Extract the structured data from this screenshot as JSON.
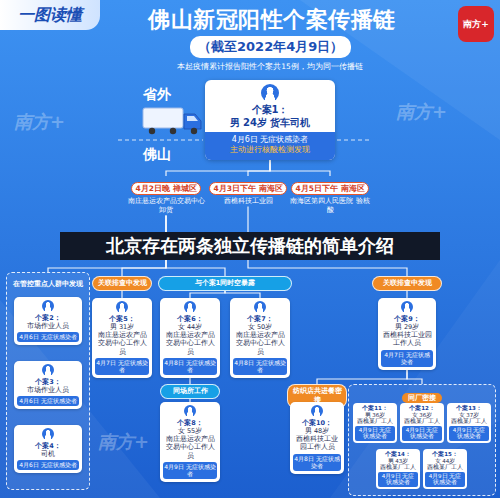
{
  "diagram": {
    "title": "佛山新冠阳性个案传播链",
    "nodes": [
      {
        "text": [
          "个案1：",
          "男 24岁 货车司机",
          "4月6日 无症状感染者",
          "主动进行核酸检测发现"
        ]
      },
      {
        "text": [
          "4月2日晚 禅城区",
          "南庄悬运农产品交易中心 卸货"
        ]
      },
      {
        "text": [
          "4月3日下午 南海区",
          "西樵科技工业园"
        ]
      },
      {
        "text": [
          "4月5日下午 南海区",
          "南海区第四人民医院 验核酸"
        ]
      },
      {
        "text": [
          "在管控重点人群中发现"
        ]
      },
      {
        "text": [
          "个案2：",
          "市场作业人员",
          "4月6日 无症状感染者"
        ],
        "in": 4
      },
      {
        "text": [
          "个案3：",
          "市场作业人员",
          "4月6日 无症状感染者"
        ],
        "in": 4
      },
      {
        "text": [
          "个案4：",
          "司机",
          "4月6日 无症状感染者"
        ],
        "in": 4
      },
      {
        "text": [
          "关联排查中发现"
        ]
      },
      {
        "text": [
          "个案5：",
          "男 31岁",
          "南庄悬运农产品交易中心工作人员",
          "4月7日 无症状感染者"
        ]
      },
      {
        "text": [
          "与个案1同时空暴露"
        ]
      },
      {
        "text": [
          "个案6：",
          "女 44岁",
          "南庄悬运农产品交易中心工作人员",
          "4月8日 无症状感染者"
        ]
      },
      {
        "text": [
          "个案7：",
          "女 50岁",
          "南庄悬运农产品交易中心工作人员",
          "4月8日 无症状感染者"
        ]
      },
      {
        "text": [
          "同场所工作"
        ]
      },
      {
        "text": [
          "个案8：",
          "女 55岁",
          "南庄悬运农产品交易中心工作人员",
          "4月9日 无症状感染者"
        ]
      },
      {
        "text": [
          "关联排查中发现"
        ]
      },
      {
        "text": [
          "个案9：",
          "男 29岁",
          "西樵科技工业园工作人员",
          "4月7日 无症状感染者"
        ]
      },
      {
        "text": [
          "纺织店共进餐密接"
        ]
      },
      {
        "text": [
          "个案10：",
          "男 48岁",
          "西樵科技工业园工作人员",
          "4月8日 无症状感染者"
        ]
      },
      {
        "text": [
          "同厂密接"
        ]
      },
      {
        "text": [
          "个案11：",
          "男 36岁",
          "西樵某厂工人",
          "4月9日 无症状感染者"
        ],
        "in": 19
      },
      {
        "text": [
          "个案12：",
          "女 36岁",
          "西樵某厂工人",
          "4月9日 无症状感染者"
        ],
        "in": 19
      },
      {
        "text": [
          "个案13：",
          "女 37岁",
          "西樵某厂工人",
          "4月9日 无症状感染者"
        ],
        "in": 19
      },
      {
        "text": [
          "个案14：",
          "男 43岁",
          "西樵某厂工人",
          "4月9日 无症状感染者"
        ],
        "in": 19
      },
      {
        "text": [
          "个案15：",
          "女 44岁",
          "西樵某厂工人",
          "4月9日 无症状感染者"
        ],
        "in": 19
      }
    ],
    "edges": [
      {
        "from": 0,
        "to": 1,
        "arrow": "none"
      },
      {
        "from": 0,
        "to": 2,
        "arrow": "none"
      },
      {
        "from": 0,
        "to": 3,
        "arrow": "none"
      },
      {
        "from": 1,
        "to": 4,
        "arrow": "none"
      },
      {
        "from": 1,
        "to": 8,
        "arrow": "none"
      },
      {
        "from": 1,
        "to": 10,
        "arrow": "none"
      },
      {
        "from": 2,
        "to": 15,
        "arrow": "none"
      },
      {
        "from": 8,
        "to": 9,
        "arrow": "none"
      },
      {
        "from": 10,
        "to": 11,
        "arrow": "none"
      },
      {
        "from": 10,
        "to": 12,
        "arrow": "none"
      },
      {
        "from": 11,
        "to": 13,
        "arrow": "none"
      },
      {
        "from": 13,
        "to": 14,
        "arrow": "none"
      },
      {
        "from": 15,
        "to": 16,
        "arrow": "none"
      },
      {
        "from": 16,
        "to": 17,
        "arrow": "none"
      },
      {
        "from": 16,
        "to": 19,
        "arrow": "none"
      },
      {
        "from": 17,
        "to": 18,
        "arrow": "none"
      }
    ],
    "labels": [
      "一图读懂",
      "（截至2022年4月9日）",
      "本起疫情累计报告阳性个案共15例，均为同一传播链",
      "省外",
      "佛山",
      "北京存在两条独立传播链的简单介绍",
      "南方+",
      "南方+",
      "南方+",
      "南方+"
    ]
  }
}
